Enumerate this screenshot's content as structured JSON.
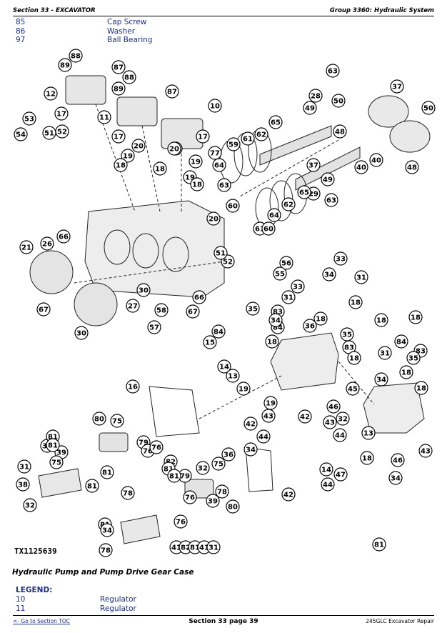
{
  "header": {
    "left": "Section 33 - EXCAVATOR",
    "right": "Group 3360: Hydraulic System"
  },
  "parts_top": [
    {
      "num": "85",
      "desc": "Cap Screw"
    },
    {
      "num": "86",
      "desc": "Washer"
    },
    {
      "num": "97",
      "desc": "Ball Bearing"
    }
  ],
  "figure": {
    "id": "TX1125639",
    "callouts": [
      "88",
      "89",
      "87",
      "12",
      "88",
      "89",
      "87",
      "17",
      "11",
      "17",
      "10",
      "53",
      "54",
      "51",
      "52",
      "19",
      "20",
      "18",
      "18",
      "20",
      "19",
      "17",
      "20",
      "19",
      "18",
      "77",
      "64",
      "59",
      "61",
      "62",
      "65",
      "63",
      "28",
      "49",
      "50",
      "48",
      "37",
      "50",
      "40",
      "40",
      "48",
      "37",
      "49",
      "29",
      "63",
      "65",
      "62",
      "64",
      "61",
      "60",
      "60",
      "63",
      "20",
      "52",
      "51",
      "21",
      "26",
      "66",
      "67",
      "30",
      "27",
      "30",
      "66",
      "67",
      "58",
      "57",
      "56",
      "55",
      "33",
      "34",
      "31",
      "33",
      "31",
      "83",
      "84",
      "18",
      "35",
      "34",
      "36",
      "18",
      "35",
      "83",
      "18",
      "18",
      "84",
      "15",
      "14",
      "13",
      "19",
      "18",
      "18",
      "31",
      "83",
      "84",
      "34",
      "18",
      "35",
      "18",
      "16",
      "45",
      "19",
      "43",
      "42",
      "46",
      "43",
      "42",
      "44",
      "34",
      "32",
      "44",
      "18",
      "13",
      "46",
      "43",
      "36",
      "14",
      "47",
      "34",
      "44",
      "42",
      "32",
      "31",
      "38",
      "81",
      "80",
      "75",
      "79",
      "39",
      "75",
      "81",
      "76",
      "76",
      "82",
      "81",
      "81",
      "81",
      "79",
      "78",
      "78",
      "76",
      "81",
      "75",
      "80",
      "39",
      "76",
      "81",
      "38",
      "32",
      "34",
      "78",
      "81",
      "41",
      "82",
      "81",
      "41",
      "31"
    ]
  },
  "caption": "Hydraulic Pump and Pump Drive Gear Case",
  "legend": {
    "title": "LEGEND:",
    "items": [
      {
        "num": "10",
        "desc": "Regulator"
      },
      {
        "num": "11",
        "desc": "Regulator"
      }
    ]
  },
  "footer": {
    "left": "<- Go to Section TOC",
    "center": "Section 33 page 39",
    "right": "245GLC Excavator Repair"
  }
}
